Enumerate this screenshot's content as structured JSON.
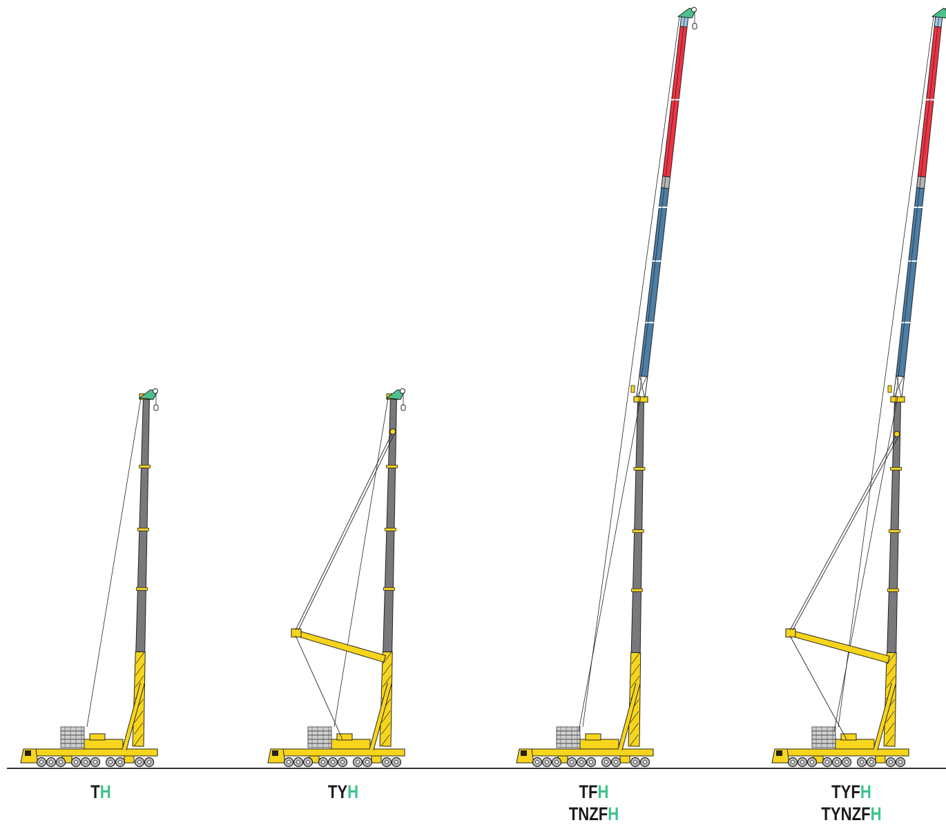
{
  "colors": {
    "yellow": "#f7d51c",
    "telescopic_boom": "#77797c",
    "luffing_jib_red": "#ee3242",
    "luffing_jib_blue": "#4c7ea6",
    "hook_head_green": "#4ec08e",
    "label_h_green": "#3cc48a",
    "ground": "#333333"
  },
  "cranes": [
    {
      "id": "th",
      "configuration": "T",
      "labels": [
        {
          "main": "T",
          "suffix": "H"
        }
      ]
    },
    {
      "id": "tyh",
      "configuration": "TY",
      "labels": [
        {
          "main": "TY",
          "suffix": "H"
        }
      ]
    },
    {
      "id": "tfh",
      "configuration": "TF",
      "labels": [
        {
          "main": "TF",
          "suffix": "H"
        },
        {
          "main": "TNZF",
          "suffix": "H"
        }
      ]
    },
    {
      "id": "tyfh",
      "configuration": "TYF",
      "labels": [
        {
          "main": "TYF",
          "suffix": "H"
        },
        {
          "main": "TYNZF",
          "suffix": "H"
        }
      ]
    }
  ]
}
